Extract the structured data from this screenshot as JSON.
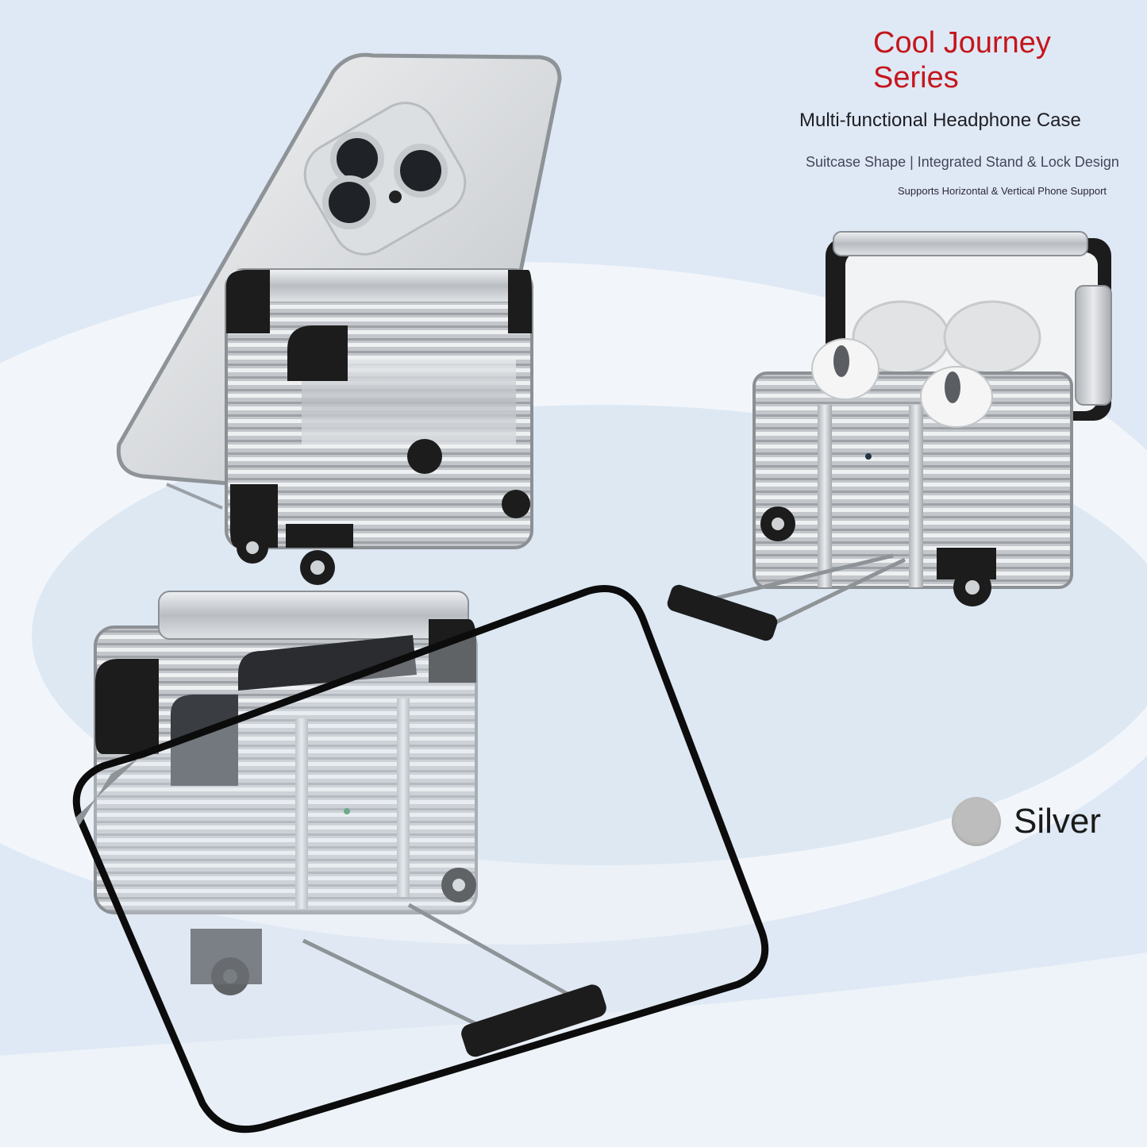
{
  "headline": "Cool Journey Series",
  "subheadline": "Multi-functional Headphone Case",
  "features": "Suitcase Shape | Integrated Stand & Lock Design",
  "support_note": "Supports Horizontal & Vertical Phone Support",
  "color_option": {
    "label": "Silver",
    "swatch_color": "#bdbdbd"
  },
  "colors": {
    "headline": "#c4161c",
    "background": "#dfe9f5",
    "metal": "#c9ccd0",
    "trim": "#1c1c1c"
  }
}
